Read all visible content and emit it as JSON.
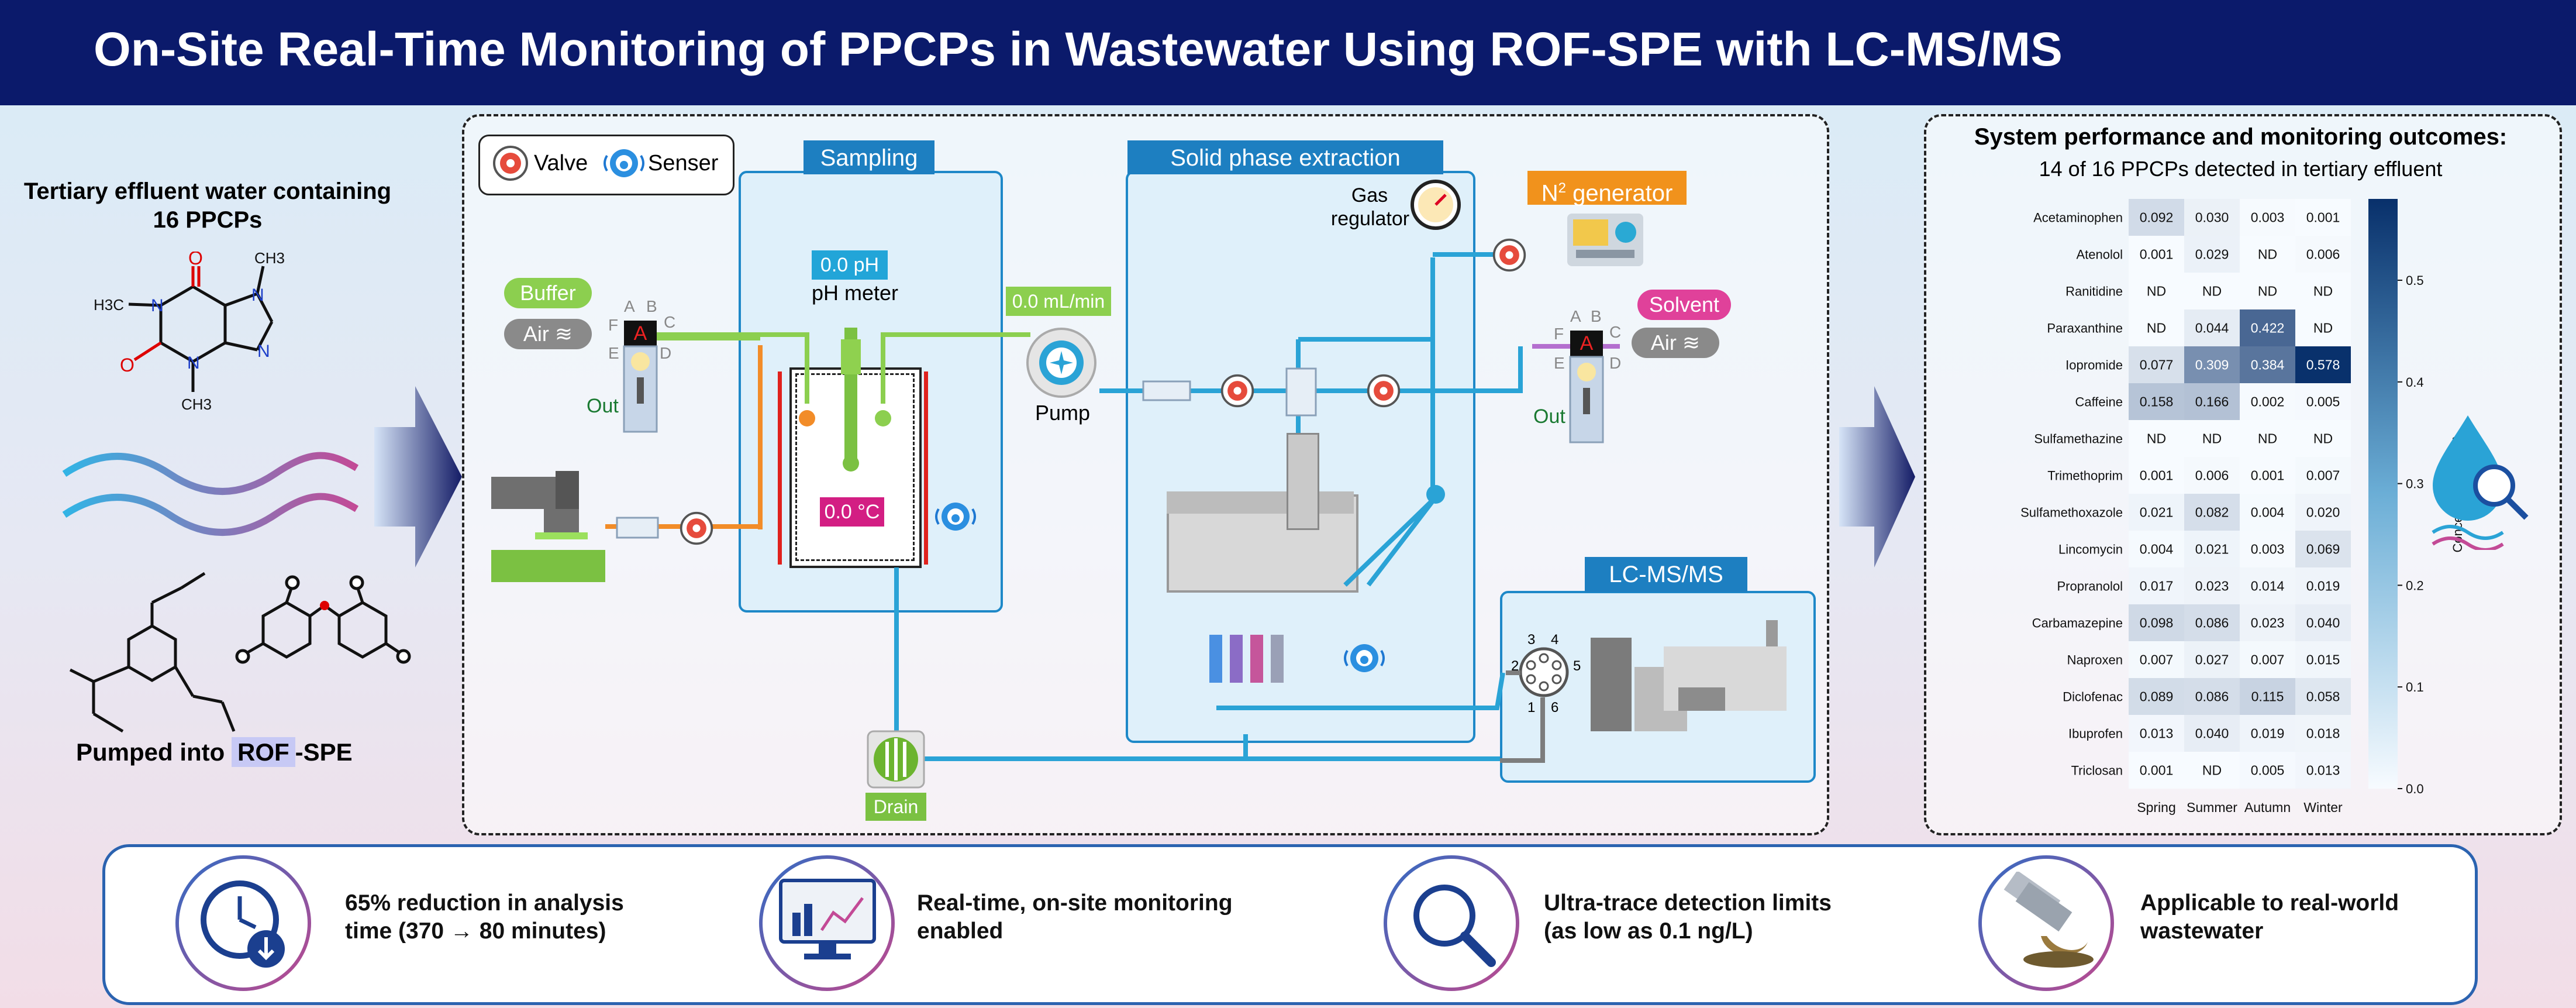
{
  "title": "On-Site Real-Time Monitoring of PPCPs in Wastewater Using ROF-SPE with LC-MS/MS",
  "left": {
    "heading_line1": "Tertiary effluent water containing",
    "heading_line2": "16 PPCPs",
    "pumped_prefix": "Pumped into",
    "pumped_highlight": "ROF",
    "pumped_suffix": "-SPE",
    "chem_labels": {
      "h3c_left": "H3C",
      "ch3_top": "CH3",
      "ch3_bottom": "CH3",
      "n1": "N",
      "n2": "N",
      "n3": "N",
      "n4": "N",
      "o1": "O",
      "o2": "O"
    }
  },
  "diagram": {
    "legend": {
      "valve": "Valve",
      "sensor": "Senser"
    },
    "sampling": {
      "header": "Sampling",
      "ph_display": "0.0 pH",
      "ph_label": "pH meter",
      "temp_display": "0.0 °C"
    },
    "spe": {
      "header": "Solid phase extraction",
      "gas_regulator_line1": "Gas",
      "gas_regulator_line2": "regulator"
    },
    "n2": {
      "header_main": "N",
      "header_sup": "2",
      "header_rest": " generator"
    },
    "flow_display": "0.0 mL/min",
    "pump_label": "Pump",
    "left_valve": {
      "buffer": "Buffer",
      "air": "Air",
      "out": "Out",
      "ports": [
        "A",
        "B",
        "C",
        "D",
        "E",
        "F"
      ],
      "position": "A"
    },
    "right_valve": {
      "solvent": "Solvent",
      "air": "Air",
      "out": "Out",
      "ports": [
        "A",
        "B",
        "C",
        "D",
        "E",
        "F"
      ],
      "position": "A"
    },
    "lcms": {
      "header": "LC-MS/MS",
      "ports": [
        "1",
        "2",
        "3",
        "4",
        "5",
        "6"
      ]
    },
    "drain": "Drain"
  },
  "results": {
    "title": "System performance and monitoring outcomes:",
    "subtitle": "14 of 16 PPCPs detected in tertiary effluent",
    "colorbar_label": "Concentration (μg/L)",
    "colorbar_ticks": [
      "0.5",
      "0.4",
      "0.3",
      "0.2",
      "0.1",
      "0.0"
    ]
  },
  "chart_data": {
    "type": "heatmap",
    "columns": [
      "Spring",
      "Summer",
      "Autumn",
      "Winter"
    ],
    "rows": [
      "Acetaminophen",
      "Atenolol",
      "Ranitidine",
      "Paraxanthine",
      "Iopromide",
      "Caffeine",
      "Sulfamethazine",
      "Trimethoprim",
      "Sulfamethoxazole",
      "Lincomycin",
      "Propranolol",
      "Carbamazepine",
      "Naproxen",
      "Diclofenac",
      "Ibuprofen",
      "Triclosan"
    ],
    "values": [
      [
        "0.092",
        "0.030",
        "0.003",
        "0.001"
      ],
      [
        "0.001",
        "0.029",
        "ND",
        "0.006"
      ],
      [
        "ND",
        "ND",
        "ND",
        "ND"
      ],
      [
        "ND",
        "0.044",
        "0.422",
        "ND"
      ],
      [
        "0.077",
        "0.309",
        "0.384",
        "0.578"
      ],
      [
        "0.158",
        "0.166",
        "0.002",
        "0.005"
      ],
      [
        "ND",
        "ND",
        "ND",
        "ND"
      ],
      [
        "0.001",
        "0.006",
        "0.001",
        "0.007"
      ],
      [
        "0.021",
        "0.082",
        "0.004",
        "0.020"
      ],
      [
        "0.004",
        "0.021",
        "0.003",
        "0.069"
      ],
      [
        "0.017",
        "0.023",
        "0.014",
        "0.019"
      ],
      [
        "0.098",
        "0.086",
        "0.023",
        "0.040"
      ],
      [
        "0.007",
        "0.027",
        "0.007",
        "0.015"
      ],
      [
        "0.089",
        "0.086",
        "0.115",
        "0.058"
      ],
      [
        "0.013",
        "0.040",
        "0.019",
        "0.018"
      ],
      [
        "0.001",
        "ND",
        "0.005",
        "0.013"
      ]
    ],
    "colorbar_range": [
      0.0,
      0.58
    ],
    "colors": {
      "low": "#f7fbff",
      "high": "#08306b"
    }
  },
  "features": [
    {
      "line1": "65% reduction in analysis",
      "line2": "time (370 → 80   minutes)",
      "icon": "clock-download-icon"
    },
    {
      "line1": "Real-time, on-site monitoring",
      "line2": "enabled",
      "icon": "monitor-chart-icon"
    },
    {
      "line1": "Ultra-trace detection limits",
      "line2": "(as low as 0.1 ng/L)",
      "icon": "magnifier-icon"
    },
    {
      "line1": "Applicable to real-world",
      "line2": "wastewater",
      "icon": "sewage-pipe-icon"
    }
  ]
}
